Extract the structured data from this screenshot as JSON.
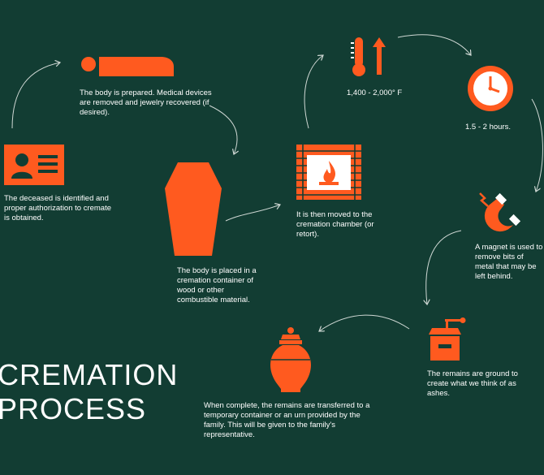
{
  "colors": {
    "background": "#123d33",
    "accent": "#ff5a1f",
    "text": "#ffffff"
  },
  "title": {
    "line1": "CREMATION",
    "line2": "PROCESS"
  },
  "steps": [
    {
      "icon": "id-card-icon",
      "text": "The deceased is identified and proper authorization to cremate is obtained."
    },
    {
      "icon": "lying-body-icon",
      "text": "The body is prepared. Medical devices are removed and jewelry recovered (if desired)."
    },
    {
      "icon": "coffin-icon",
      "text": "The body is placed in a cremation container of wood or other combustible material."
    },
    {
      "icon": "fireplace-icon",
      "text": "It is then moved to the cremation chamber (or retort)."
    },
    {
      "icon": "thermometer-icon",
      "text": "1,400 - 2,000° F"
    },
    {
      "icon": "clock-icon",
      "text": "1.5 - 2 hours."
    },
    {
      "icon": "magnet-icon",
      "text": "A magnet is used to remove bits of metal that may be left behind."
    },
    {
      "icon": "grinder-icon",
      "text": "The remains are ground to create what we think of as ashes."
    },
    {
      "icon": "urn-icon",
      "text": "When complete, the remains are transferred to a temporary container or an urn provided by the family. This will be given to the family's representative."
    }
  ]
}
